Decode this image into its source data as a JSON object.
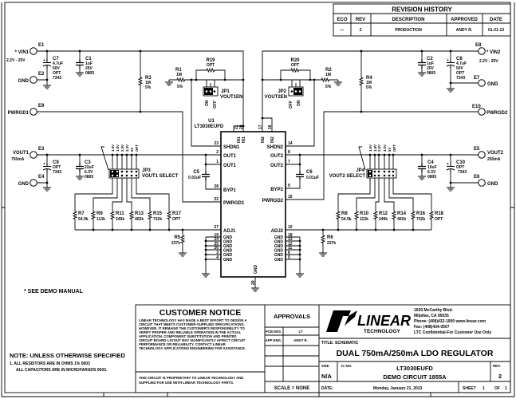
{
  "revision_history": {
    "title": "REVISION HISTORY",
    "headers": [
      "ECO",
      "REV",
      "DESCRIPTION",
      "APPROVED",
      "DATE"
    ],
    "row": [
      "—",
      "2",
      "PRODUCTION",
      "ANDY R.",
      "01-21-13"
    ]
  },
  "terminals": {
    "E1": {
      "ref": "E1",
      "label": "* VIN1",
      "sub": "2.2V - 20V"
    },
    "E2": {
      "ref": "E2",
      "label": "GND"
    },
    "E9": {
      "ref": "E9",
      "label": "PWRGD1"
    },
    "E3": {
      "ref": "E3",
      "label": "VOUT1",
      "sub": "750mA"
    },
    "E4": {
      "ref": "E4",
      "label": "GND"
    },
    "E8": {
      "ref": "E8",
      "label": "* VIN2",
      "sub": "2.2V - 20V"
    },
    "E7": {
      "ref": "E7",
      "label": "GND"
    },
    "E10": {
      "ref": "E10",
      "label": "PWRGD2"
    },
    "E5": {
      "ref": "E5",
      "label": "VOUT2",
      "sub": "250mA"
    },
    "E6": {
      "ref": "E6",
      "label": "GND"
    }
  },
  "components": {
    "C7": [
      "C7",
      "4.7uF",
      "50V",
      "OPT",
      "7343"
    ],
    "C1": [
      "C1",
      "1uF",
      "25V",
      "0805"
    ],
    "R3": [
      "R3",
      "1M",
      "5%"
    ],
    "R1": [
      "R1",
      "1M",
      "5%"
    ],
    "R19": [
      "R19",
      "OPT"
    ],
    "C9": [
      "C9",
      "OPT",
      "7343"
    ],
    "C3": [
      "C3",
      "22uF",
      "6.3V",
      "0805"
    ],
    "C5": [
      "C5",
      "0.01uF"
    ],
    "R7": [
      "R7",
      "54.9k"
    ],
    "R9": [
      "R9",
      "113k"
    ],
    "R11": [
      "R11",
      "249k"
    ],
    "R13": [
      "R13",
      "402k"
    ],
    "R15": [
      "R15",
      "732k"
    ],
    "R17": [
      "R17",
      "OPT"
    ],
    "R5": [
      "R5",
      "237k"
    ],
    "C2": [
      "C2",
      "1uF",
      "25V",
      "0805"
    ],
    "C8": [
      "C8",
      "4.7uF",
      "50V",
      "OPT",
      "7343"
    ],
    "R4": [
      "R4",
      "1M",
      "5%"
    ],
    "R2": [
      "R2",
      "1M",
      "5%"
    ],
    "R20": [
      "R20",
      "OPT"
    ],
    "C6": [
      "C6",
      "0.01uF"
    ],
    "C4": [
      "C4",
      "10uF",
      "6.3V",
      "0805"
    ],
    "C10": [
      "C10",
      "OPT",
      "7343"
    ],
    "R8": [
      "R8",
      "54.9k"
    ],
    "R10": [
      "R10",
      "113k"
    ],
    "R12": [
      "R12",
      "249k"
    ],
    "R14": [
      "R14",
      "402k"
    ],
    "R16": [
      "R16",
      "732k"
    ],
    "R18": [
      "R18",
      "OPT"
    ],
    "R6": [
      "R6",
      "237k"
    ]
  },
  "jumpers": {
    "JP1": {
      "ref": "JP1",
      "name": "VOUT1EN",
      "on": "ON",
      "off": "OFF"
    },
    "JP2": {
      "ref": "JP2",
      "name": "VOUT2EN",
      "on": "ON",
      "off": "OFF"
    },
    "JP3": {
      "ref": "JP3",
      "name": "VOUT1 SELECT",
      "options": [
        "1.5V",
        "1.8V",
        "2.5V",
        "3.3V",
        "5V",
        "OPT"
      ]
    },
    "JP4": {
      "ref": "JP4",
      "name": "VOUT2 SELECT",
      "options": [
        "1.5V",
        "1.8V",
        "2.5V",
        "3.3V",
        "5V",
        "OPT"
      ]
    }
  },
  "ic": {
    "ref": "U1",
    "part": "LT3030EUFD",
    "left_pins": [
      {
        "num": "23",
        "name": "SHDN1"
      },
      {
        "num": "2",
        "name": "OUT1"
      },
      {
        "num": "1",
        "name": "OUT1"
      },
      {
        "num": "28",
        "name": "BYP1"
      },
      {
        "num": "22",
        "name": "PWRGD1"
      },
      {
        "num": "27",
        "name": "ADJ1"
      },
      {
        "num": "19",
        "name": "GND"
      },
      {
        "num": "24",
        "name": "GND"
      },
      {
        "num": "25",
        "name": "GND"
      },
      {
        "num": "26",
        "name": "GND"
      },
      {
        "num": "3",
        "name": "GND"
      },
      {
        "num": "4",
        "name": "GND"
      }
    ],
    "right_pins": [
      {
        "num": "14",
        "name": "SHDN2"
      },
      {
        "num": "8",
        "name": "OUT2"
      },
      {
        "num": "7",
        "name": "OUT2"
      },
      {
        "num": "9",
        "name": "BYP2"
      },
      {
        "num": "15",
        "name": "PWRGD2"
      },
      {
        "num": "10",
        "name": "ADJ2"
      },
      {
        "num": "18",
        "name": "GND"
      },
      {
        "num": "13",
        "name": "GND"
      },
      {
        "num": "12",
        "name": "GND"
      },
      {
        "num": "11",
        "name": "GND"
      },
      {
        "num": "6",
        "name": "GND"
      },
      {
        "num": "5",
        "name": "GND"
      }
    ],
    "top_pins": [
      {
        "num": "21",
        "name": "IN1"
      },
      {
        "num": "20",
        "name": "IN1"
      },
      {
        "num": "17",
        "name": "IN2"
      },
      {
        "num": "16",
        "name": "IN2"
      }
    ],
    "bottom_pin": {
      "num": "29",
      "name": "GND"
    }
  },
  "see_demo_manual": "* SEE DEMO MANUAL",
  "notes": {
    "heading": "NOTE: UNLESS OTHERWISE SPECIFIED",
    "line1": "1. ALL RESISTORS ARE IN OHMS 1% 0603",
    "line2": "ALL CAPACITORS ARE IN MICROFARADS 0603."
  },
  "title_block": {
    "customer_notice": {
      "heading": "CUSTOMER NOTICE",
      "body": [
        "LINEAR TECHNOLOGY HAS MADE A BEST EFFORT TO DESIGN A",
        "CIRCUIT THAT MEETS CUSTOMER-SUPPLIED SPECIFICATIONS;",
        "HOWEVER, IT REMAINS THE CUSTOMER'S RESPONSIBILITY TO",
        "VERIFY PROPER AND RELIABLE OPERATION IN THE ACTUAL",
        "APPLICATION. COMPONENT SUBSTITUTION AND PRINTED",
        "CIRCUIT BOARD LAYOUT MAY SIGNIFICANTLY AFFECT CIRCUIT",
        "PERFORMANCE OR RELIABILITY. CONTACT LINEAR",
        "TECHNOLOGY APPLICATIONS ENGINEERING FOR ASSISTANCE."
      ],
      "proprietary": [
        "THIS CIRCUIT IS PROPRIETARY TO LINEAR TECHNOLOGY AND",
        "SUPPLIED FOR USE WITH LINEAR TECHNOLOGY PARTS."
      ]
    },
    "approvals": {
      "heading": "APPROVALS",
      "rows": [
        {
          "role": "PCB DES.",
          "name": "LT"
        },
        {
          "role": "APP ENG.",
          "name": "ANDY R."
        }
      ],
      "scale": "SCALE = NONE"
    },
    "company": {
      "logo_word": "LINEAR",
      "logo_sub": "TECHNOLOGY",
      "address": [
        "1630 McCarthy Blvd.",
        "Milpitas, CA 95035",
        "Phone: (408)432-1900  www.linear.com",
        "Fax: (408)434-0507",
        "LTC Confidential-For Customer Use Only"
      ]
    },
    "title_label": "TITLE: SCHEMATIC",
    "title": "DUAL 750mA/250mA LDO REGULATOR",
    "size_label": "SIZE",
    "size": "N/A",
    "ic_no_label": "IC NO.",
    "ic_no": "LT3030EUFD",
    "demo_circuit": "DEMO CIRCUIT 1855A",
    "rev_label": "REV.",
    "rev": "2",
    "date_label": "DATE:",
    "date": "Monday, January 21, 2013",
    "sheet_label": "SHEET",
    "sheet": "1",
    "of_label": "OF",
    "of": "1"
  }
}
